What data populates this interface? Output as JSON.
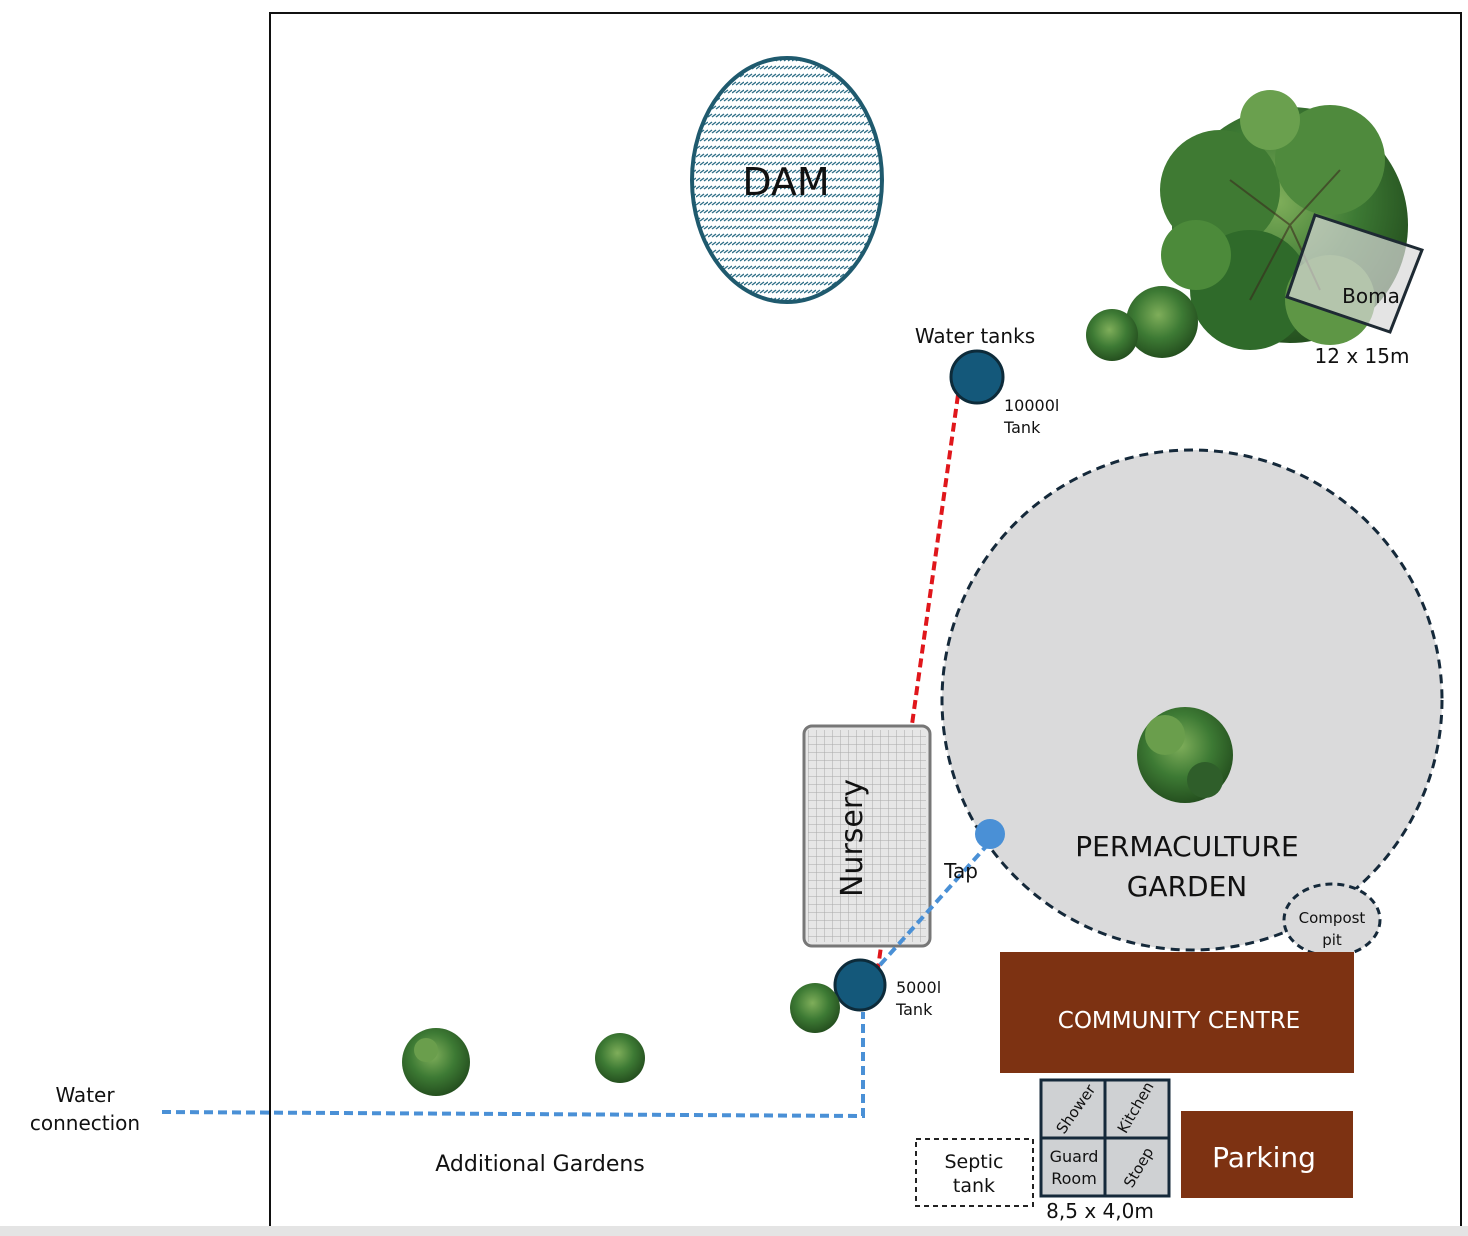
{
  "labels": {
    "dam": "DAM",
    "water_tanks": "Water tanks",
    "tank_large_l1": "10000l",
    "tank_large_l2": "Tank",
    "boma": "Boma",
    "boma_size": "12 x 15m",
    "permaculture_l1": "PERMACULTURE",
    "permaculture_l2": "GARDEN",
    "compost_l1": "Compost",
    "compost_l2": "pit",
    "tap": "Tap",
    "nursery": "Nursery",
    "tank_small_l1": "5000l",
    "tank_small_l2": "Tank",
    "community_centre": "COMMUNITY CENTRE",
    "parking": "Parking",
    "shower": "Shower",
    "kitchen": "Kitchen",
    "guard_room_l1": "Guard",
    "guard_room_l2": "Room",
    "stoep": "Stoep",
    "building_size": "8,5 x 4,0m",
    "septic_l1": "Septic",
    "septic_l2": "tank",
    "water_connection_l1": "Water",
    "water_connection_l2": "connection",
    "additional_gardens": "Additional Gardens"
  },
  "colors": {
    "dam_stroke": "#1f5a6e",
    "dam_hatch": "#2e6e86",
    "tank": "#14587a",
    "tank_stroke": "#0d2b3a",
    "tap": "#4a90d6",
    "pipe_tank": "#e0161b",
    "pipe_water": "#4a90d6",
    "garden_fill": "#dadadb",
    "garden_stroke": "#15293a",
    "brown": "#7d3212",
    "guard_fill": "#cfd1d3",
    "nursery_fill": "#e0e0e0",
    "tree_dark": "#2f5e2a",
    "tree_mid": "#3d7a34",
    "tree_light": "#6a9e4c"
  }
}
